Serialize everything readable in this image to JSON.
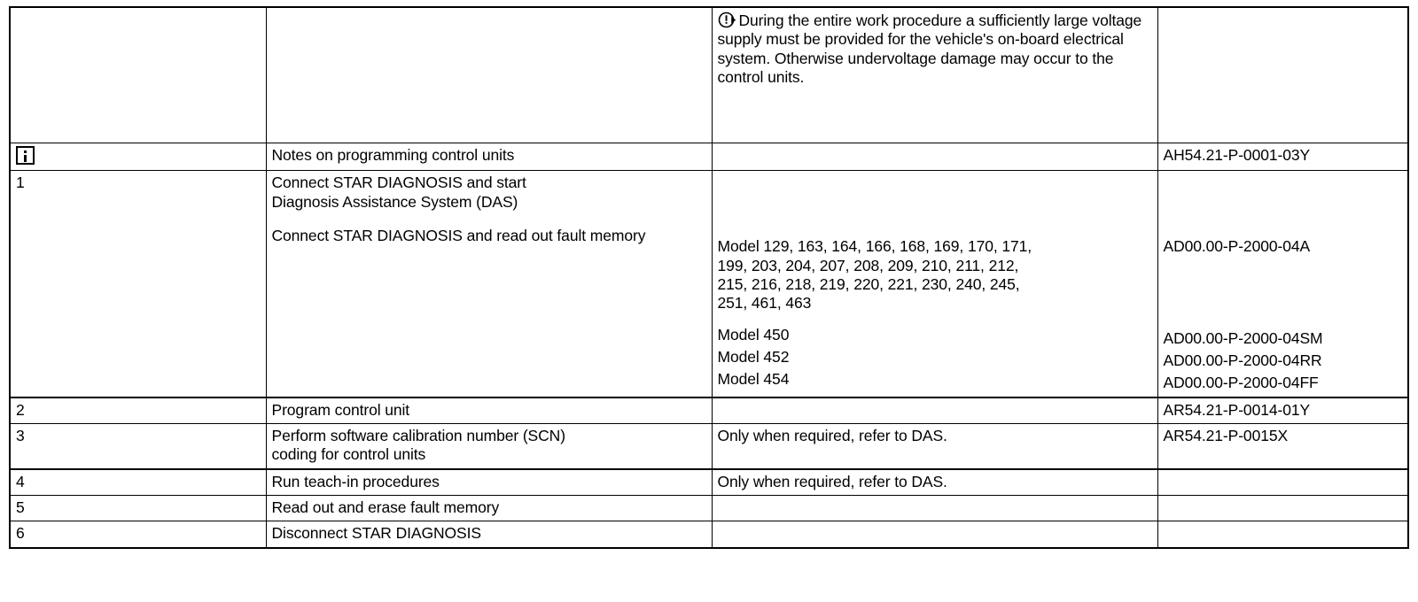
{
  "document": {
    "type": "service-procedure-table",
    "columns": [
      "step",
      "task",
      "note",
      "reference"
    ]
  },
  "icons": {
    "caution": "caution-circle-icon",
    "info": "info-box-icon"
  },
  "rows": [
    {
      "id": "caution-row",
      "step": "",
      "task": "",
      "note_icon": "caution-circle-icon",
      "note": "During the entire work procedure a sufficiently large voltage supply must be provided for the vehicle's on-board electrical system. Otherwise undervoltage damage may occur to the control units.",
      "reference": ""
    },
    {
      "id": "info-row",
      "step_icon": "info-box-icon",
      "step": "",
      "task": "Notes on programming control units",
      "note": "",
      "reference": "AH54.21-P-0001-03Y"
    },
    {
      "id": "step-1",
      "step": "1",
      "task_lines": [
        "Connect STAR DIAGNOSIS and start",
        "Diagnosis Assistance System (DAS)"
      ],
      "task_second": "Connect STAR DIAGNOSIS and read out fault memory",
      "note_lines": [
        "Model 129, 163, 164, 166, 168, 169, 170, 171,",
        "199, 203, 204, 207, 208, 209, 210, 211, 212,",
        "215, 216, 218, 219, 220, 221, 230, 240, 245,",
        "251, 461, 463"
      ],
      "note_extra": [
        "Model 450",
        "Model 452",
        "Model 454"
      ],
      "reference_main": "AD00.00-P-2000-04A",
      "reference_extra": [
        "AD00.00-P-2000-04SM",
        "AD00.00-P-2000-04RR",
        "AD00.00-P-2000-04FF"
      ]
    },
    {
      "id": "step-2",
      "step": "2",
      "task": "Program control unit",
      "note": "",
      "reference": "AR54.21-P-0014-01Y"
    },
    {
      "id": "step-3",
      "step": "3",
      "task_lines": [
        "Perform software calibration number (SCN)",
        "coding for control units"
      ],
      "note": "Only when required, refer to DAS.",
      "reference": "AR54.21-P-0015X"
    },
    {
      "id": "step-4",
      "step": "4",
      "task": "Run teach-in procedures",
      "note": "Only when required, refer to DAS.",
      "reference": ""
    },
    {
      "id": "step-5",
      "step": "5",
      "task": "Read out and erase fault memory",
      "note": "",
      "reference": ""
    },
    {
      "id": "step-6",
      "step": "6",
      "task": "Disconnect STAR DIAGNOSIS",
      "note": "",
      "reference": ""
    }
  ],
  "colors": {
    "text": "#000000",
    "border": "#000000",
    "background": "#ffffff"
  }
}
